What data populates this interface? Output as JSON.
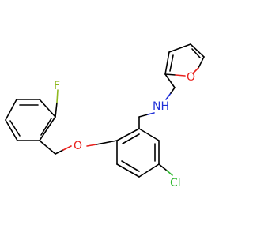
{
  "structure": {
    "atoms": {
      "fluorine": "F",
      "oxygen_ether": "O",
      "nitrogen_amine": "NH",
      "oxygen_furan": "O",
      "chlorine": "Cl"
    },
    "colors": {
      "bond": "#000000",
      "fluorine": "#8fb820",
      "oxygen": "#e8201c",
      "nitrogen": "#2030d8",
      "chlorine": "#30b830"
    }
  }
}
